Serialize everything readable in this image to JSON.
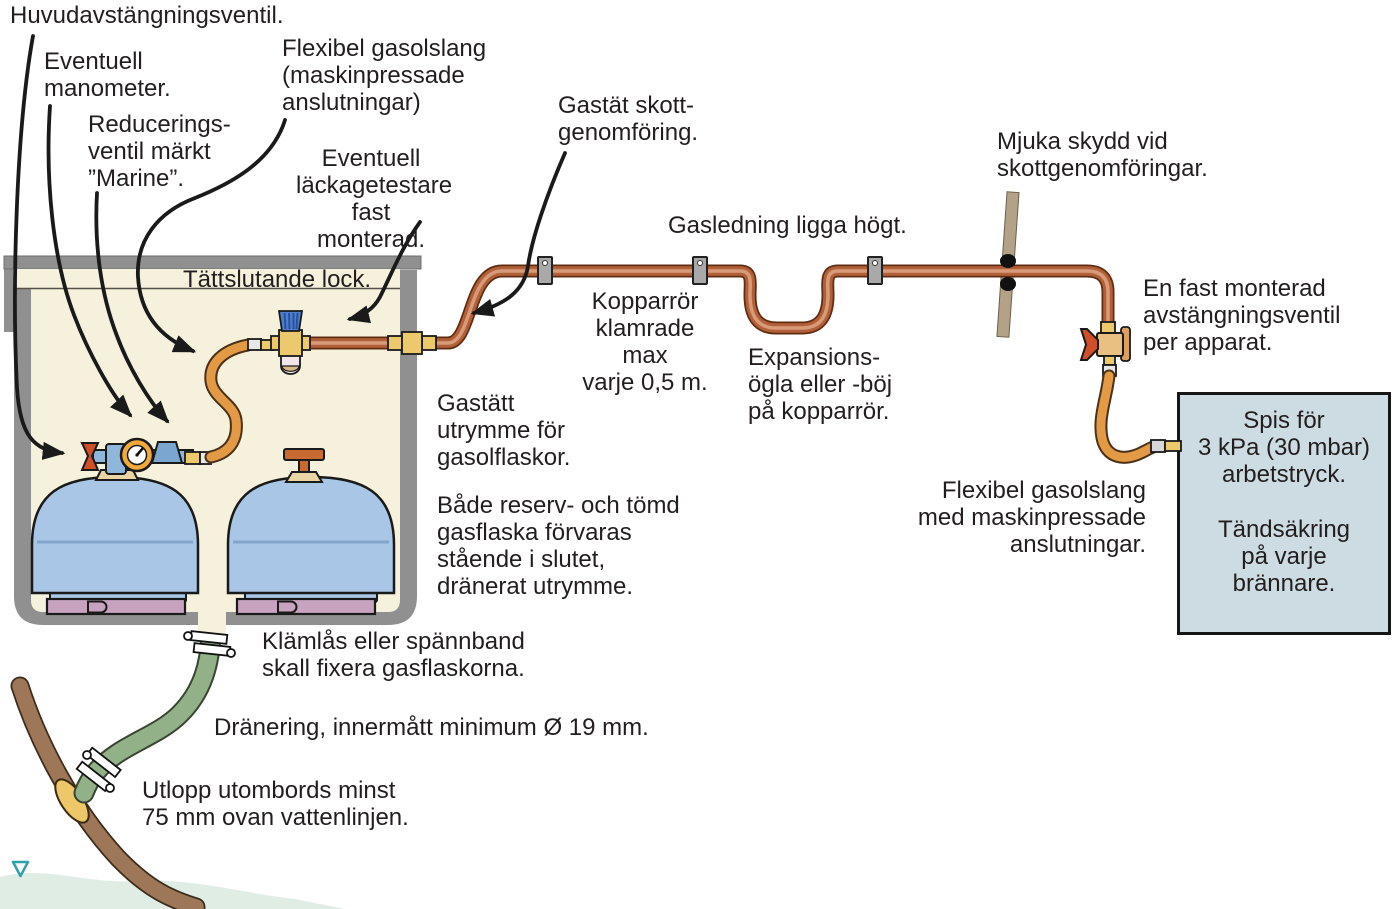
{
  "diagram": {
    "title_context": "Gasolinstallation i båt (LPG installation diagram)",
    "labels": {
      "huvudventil": "Huvudavstängningsventil.",
      "manometer": "Eventuell\nmanometer.",
      "reducering": "Reducerings-\nventil märkt\n”Marine”.",
      "flexslang_top": "Flexibel gasolslang\n(maskinpressade\nanslutningar)",
      "lackagetestare": "Eventuell\nläckagetestare\nfast monterad.",
      "skottgenomforing": "Gastät skott-\ngenomföring.",
      "tattslutande": "Tättslutande lock.",
      "gasledning": "Gasledning ligga högt.",
      "kopparror": "Kopparrör\nklamrade max\nvarje 0,5 m.",
      "expansion": "Expansions-\nögla eller -böj\npå kopparrör.",
      "mjuka_skydd": "Mjuka skydd vid\nskottgenomföringar.",
      "fast_ventil": "En fast monterad\navstängningsventil\nper apparat.",
      "flexslang_right": "Flexibel gasolslang\nmed maskinpressade\nanslutningar.",
      "gastatt_utrymme": "Gastätt\nutrymme för\ngasolflaskor.",
      "bada_reserv": "Både reserv- och tömd\ngasflaska förvaras\nstående i slutet,\ndränerat utrymme.",
      "klamlas": "Klämlås eller spännband\nskall fixera gasflaskorna.",
      "dranering": "Dränering, innermått minimum Ø 19 mm.",
      "utlopp": "Utlopp utombords minst\n75 mm ovan vattenlinjen."
    },
    "stove": {
      "line1": "Spis för\n3 kPa (30 mbar)\narbetstryck.",
      "line2": "Tändsäkring\npå varje\nbrännare."
    },
    "colors": {
      "locker_gray": "#909090",
      "locker_interior": "#f5f1dc",
      "bottle_blue": "#a9c6e6",
      "bottle_seam": "#84a5cb",
      "band_purple": "#c7a3bf",
      "collar_tan": "#e9d5a3",
      "valve_red": "#cf4f28",
      "valve_blue": "#8fb7dc",
      "regulator_blue": "#7aa6d0",
      "gauge_orange": "#f2a93c",
      "hose_orange": "#e39a45",
      "copper": "#b2603a",
      "copper_highlight": "#d89b79",
      "clamp_gray": "#a9a9a9",
      "fitting_yellow": "#ecc96d",
      "leaktester_knob_blue": "#4f7fcb",
      "bulkhead_tan": "#b3a287",
      "stove_fill": "#cddce2",
      "drain_green": "#93b189",
      "hull_brown": "#9d7757",
      "water_green": "#e0ede4",
      "waterline_teal": "#2f9faa",
      "text": "#221e1f"
    },
    "icons": [
      "arrow-pointer",
      "waterline-triangle"
    ]
  }
}
